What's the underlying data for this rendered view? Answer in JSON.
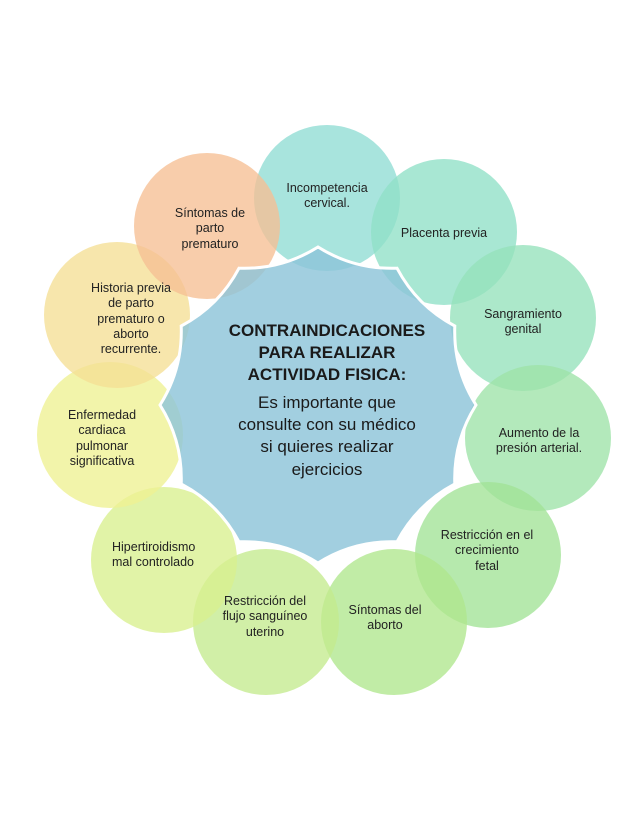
{
  "center": {
    "title": [
      "CONTRAINDICACIONES",
      "PARA REALIZAR",
      "ACTIVIDAD FISICA:"
    ],
    "body": [
      "Es importante que",
      "consulte con su médico",
      "si quieres realizar",
      "ejercicios"
    ],
    "color": "#8ec5d9"
  },
  "items": [
    {
      "lines": [
        "Incompetencia",
        "cervical."
      ],
      "color": "#8fdcd3"
    },
    {
      "lines": [
        "Placenta previa"
      ],
      "color": "#8fe0c7"
    },
    {
      "lines": [
        "Sangramiento",
        "genital"
      ],
      "color": "#95e2bb"
    },
    {
      "lines": [
        "Aumento de la",
        "presión arterial."
      ],
      "color": "#9de3a8"
    },
    {
      "lines": [
        "Restricción en el",
        "crecimiento",
        "fetal"
      ],
      "color": "#a1e396"
    },
    {
      "lines": [
        "Síntomas del",
        "aborto"
      ],
      "color": "#afe78d"
    },
    {
      "lines": [
        "Restricción del",
        "flujo sanguíneo",
        "uterino"
      ],
      "color": "#c4ea8e"
    },
    {
      "lines": [
        "Hipertiroidismo",
        "mal controlado"
      ],
      "color": "#d9ef8e"
    },
    {
      "lines": [
        "Enfermedad",
        "cardiaca",
        "pulmonar",
        "significativa"
      ],
      "color": "#eef192"
    },
    {
      "lines": [
        "Historia previa",
        "de parto",
        "prematuro o",
        "aborto",
        "recurrente."
      ],
      "color": "#f5df95"
    },
    {
      "lines": [
        "Síntomas de",
        "parto",
        "prematuro"
      ],
      "color": "#f6bf94"
    }
  ]
}
